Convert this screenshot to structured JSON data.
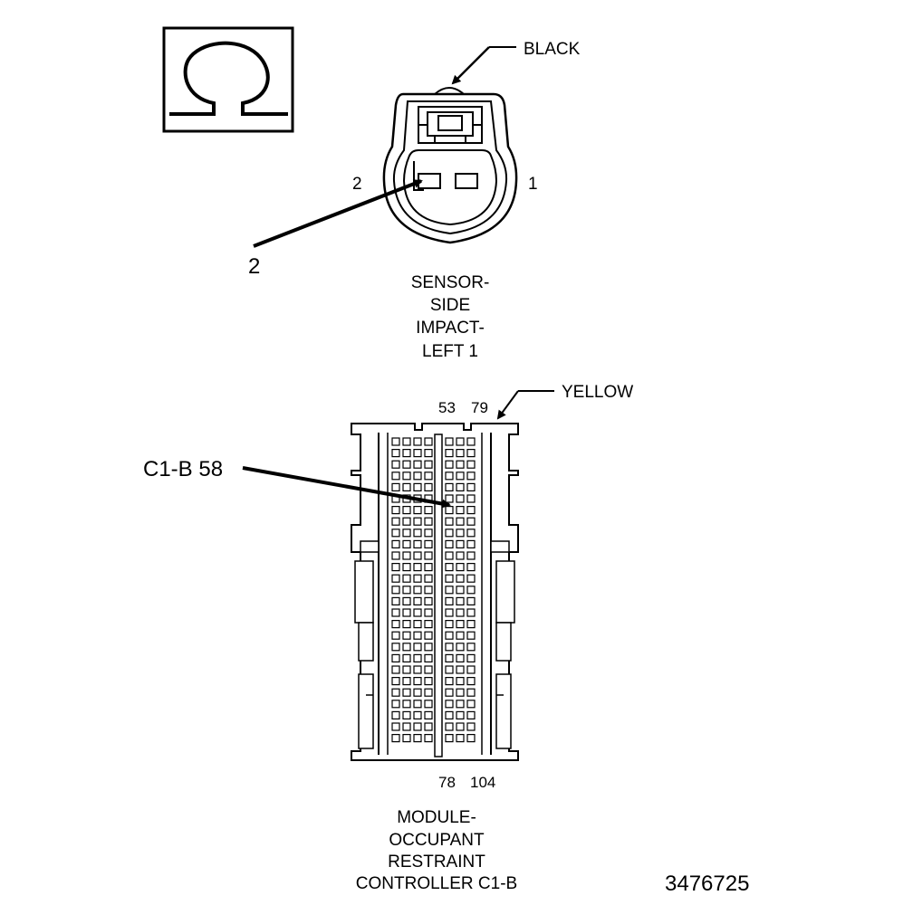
{
  "ohm_symbol": "Ω",
  "sensor_connector": {
    "color_label": "BLACK",
    "pin_left": "2",
    "pin_right": "1",
    "callout": "2",
    "title_lines": [
      "SENSOR-",
      "SIDE",
      "IMPACT-",
      "LEFT 1"
    ]
  },
  "module_connector": {
    "color_label": "YELLOW",
    "top_pins": [
      "53",
      "79"
    ],
    "bottom_pins": [
      "78",
      "104"
    ],
    "callout": "C1-B 58",
    "title_lines": [
      "MODULE-",
      "OCCUPANT",
      "RESTRAINT",
      "CONTROLLER C1-B"
    ]
  },
  "figure_number": "3476725"
}
